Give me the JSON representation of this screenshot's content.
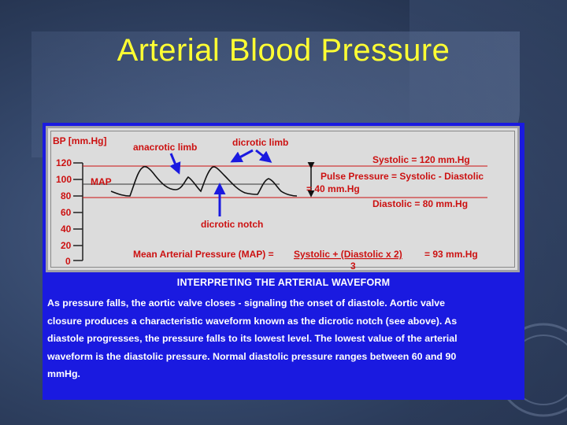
{
  "slide": {
    "title": "Arterial Blood Pressure"
  },
  "diagram": {
    "y_axis_label": "BP [mm.Hg]",
    "ticks": [
      "120",
      "100",
      "80",
      "60",
      "40",
      "20",
      "0"
    ],
    "map_label": "MAP",
    "anacrotic_label": "anacrotic limb",
    "dicrotic_limb_label": "dicrotic limb",
    "dicrotic_notch_label": "dicrotic notch",
    "systolic_label": "Systolic = 120 mm.Hg",
    "pulse_pressure_line1": "Pulse Pressure = Systolic - Diastolic",
    "pulse_pressure_line2": "= 40 mm.Hg",
    "diastolic_label": "Diastolic = 80 mm.Hg",
    "map_formula_prefix": "Mean Arterial Pressure (MAP) = ",
    "map_formula_numerator": "Systolic + (Diastolic x 2)",
    "map_formula_suffix": " = 93 mm.Hg",
    "map_formula_denominator": "3",
    "systolic_value": 120,
    "diastolic_value": 80,
    "map_value": 93,
    "colors": {
      "label_red": "#cc1111",
      "arrow_blue": "#1a1ae0",
      "background": "#dcdcdc",
      "trace": "#111111"
    }
  },
  "interpretation": {
    "heading": "INTERPRETING THE ARTERIAL WAVEFORM",
    "lines": [
      "As pressure falls, the aortic valve closes - signaling the onset of diastole.  Aortic valve",
      "closure produces a characteristic waveform known as the dicrotic notch (see above).  As",
      "diastole progresses, the pressure falls to its lowest level.  The lowest value of the arterial",
      "waveform is the diastolic pressure.  Normal diastolic pressure ranges between 60 and 90",
      "mmHg."
    ]
  }
}
